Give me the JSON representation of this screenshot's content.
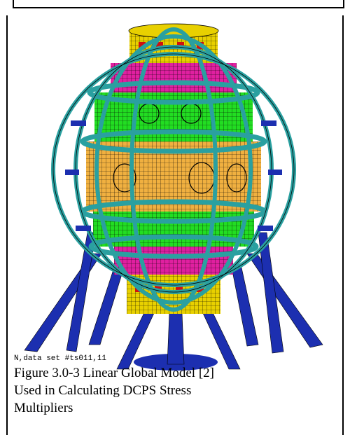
{
  "figure": {
    "dataset_label": "N,data set #ts011,11",
    "caption_lines": [
      "Figure 3.0-3  Linear Global Model [2]",
      "Used in  Calculating DCPS Stress",
      "Multipliers"
    ],
    "colors": {
      "mesh_yellow": "#e8d000",
      "mesh_orange": "#f0b040",
      "mesh_green": "#22dd22",
      "coil_teal": "#2aa0a0",
      "support_blue": "#1c2fb0",
      "accent_magenta": "#e020a0",
      "accent_red": "#d01010"
    }
  }
}
